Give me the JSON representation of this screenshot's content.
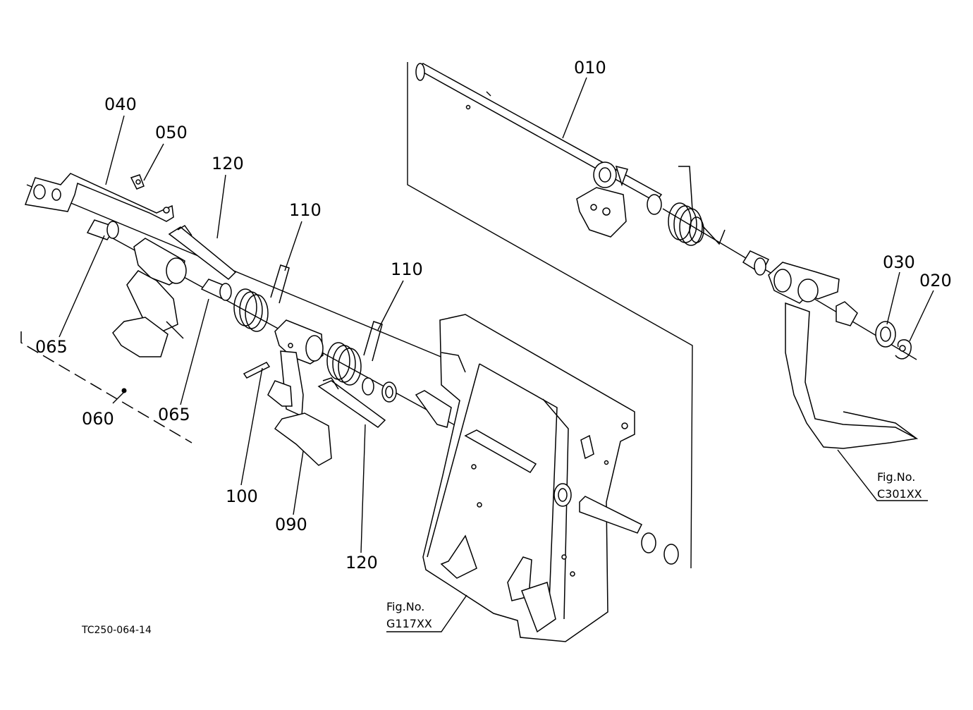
{
  "diagram": {
    "code": "TC250-064-14",
    "labels": {
      "p010": "010",
      "p020": "020",
      "p030": "030",
      "p040": "040",
      "p050": "050",
      "p060": "060",
      "p065a": "065",
      "p065b": "065",
      "p090": "090",
      "p100": "100",
      "p110a": "110",
      "p110b": "110",
      "p120a": "120",
      "p120b": "120"
    },
    "refs": {
      "g117": {
        "caption": "Fig.No.",
        "number": "G117XX"
      },
      "c301": {
        "caption": "Fig.No.",
        "number": "C301XX"
      }
    }
  }
}
